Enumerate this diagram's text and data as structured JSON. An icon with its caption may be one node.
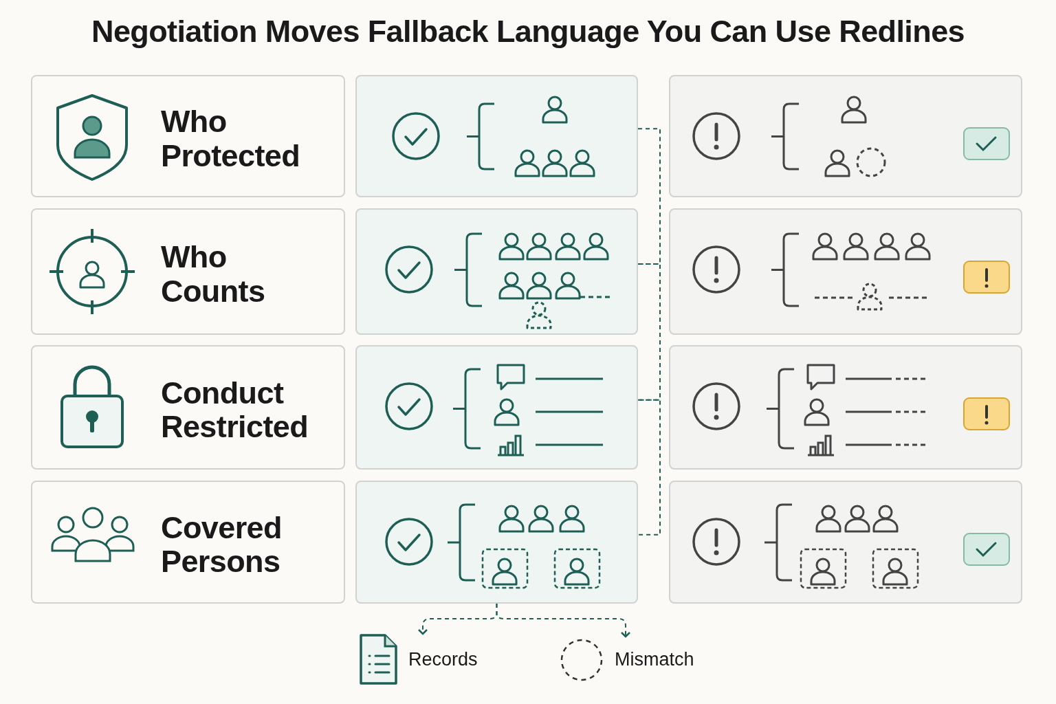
{
  "diagram": {
    "title": "Negotiation Moves Fallback Language You Can Use Redlines",
    "nodes": [
      {
        "text": [
          "Who Protected"
        ]
      },
      {
        "text": [],
        "shape": "box"
      },
      {
        "text": [],
        "shape": "box"
      },
      {
        "text": [
          "Who Counts"
        ]
      },
      {
        "text": [],
        "shape": "box"
      },
      {
        "text": [],
        "shape": "box"
      },
      {
        "text": [
          "Conduct Restricted"
        ]
      },
      {
        "text": [],
        "shape": "box"
      },
      {
        "text": [],
        "shape": "box"
      },
      {
        "text": [
          "Covered Persons"
        ]
      },
      {
        "text": [],
        "shape": "box"
      },
      {
        "text": [],
        "shape": "box"
      },
      {
        "text": [
          "Records"
        ]
      },
      {
        "text": [
          "Mismatch"
        ]
      }
    ],
    "edges": [
      {
        "from": 1,
        "to": 4,
        "arrow": "none",
        "style": "dashed"
      },
      {
        "from": 4,
        "to": 7,
        "arrow": "none",
        "style": "dashed"
      },
      {
        "from": 7,
        "to": 10,
        "arrow": "none",
        "style": "dashed"
      },
      {
        "from": 10,
        "to": 12,
        "arrow": "to",
        "style": "dashed"
      },
      {
        "from": 10,
        "to": 13,
        "arrow": "to",
        "style": "dashed"
      }
    ]
  }
}
